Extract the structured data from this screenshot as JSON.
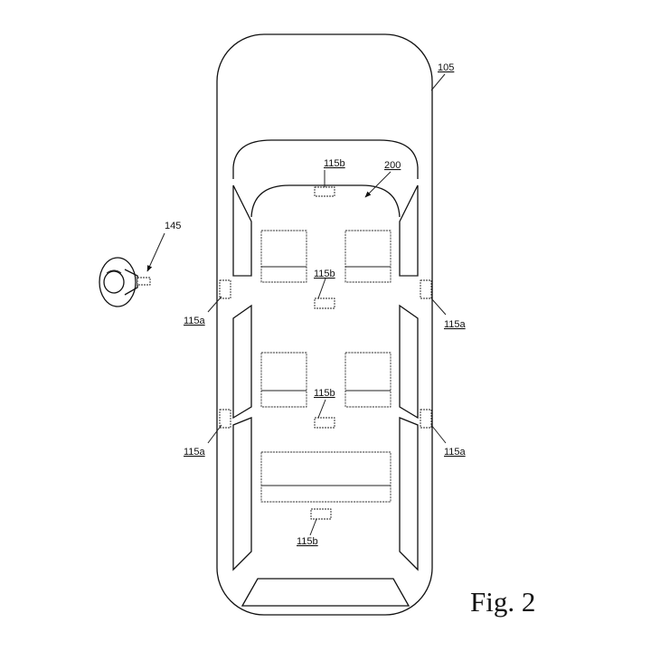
{
  "labels": {
    "vehicle": "105",
    "interior": "200",
    "user": "145",
    "sensor_b": "115b",
    "sensor_a": "115a"
  },
  "figure_caption": "Fig. 2"
}
